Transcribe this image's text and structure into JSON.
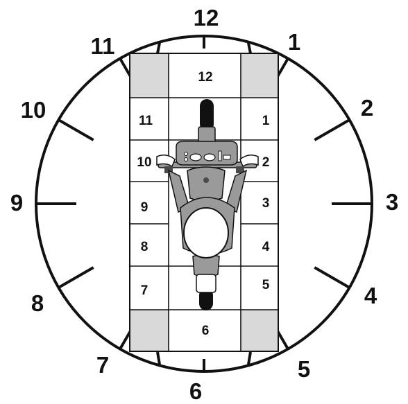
{
  "clock": {
    "labels": [
      {
        "hour": 12,
        "text": "12"
      },
      {
        "hour": 1,
        "text": "1"
      },
      {
        "hour": 2,
        "text": "2"
      },
      {
        "hour": 3,
        "text": "3"
      },
      {
        "hour": 4,
        "text": "4"
      },
      {
        "hour": 5,
        "text": "5"
      },
      {
        "hour": 6,
        "text": "6"
      },
      {
        "hour": 7,
        "text": "7"
      },
      {
        "hour": 8,
        "text": "8"
      },
      {
        "hour": 9,
        "text": "9"
      },
      {
        "hour": 10,
        "text": "10"
      },
      {
        "hour": 11,
        "text": "11"
      }
    ]
  },
  "grid": {
    "cells": {
      "c12": "12",
      "c11": "11",
      "c1": "1",
      "c10": "10",
      "c2": "2",
      "c9": "9",
      "c3": "3",
      "c8": "8",
      "c4": "4",
      "c7": "7",
      "c5": "5",
      "c6": "6"
    },
    "shaded_corners": [
      "top-left",
      "top-right",
      "bottom-left",
      "bottom-right"
    ]
  },
  "colors": {
    "line": "#111111",
    "corner_fill": "#d9d9d9",
    "rider_body": "#9a9a9a",
    "rider_dark": "#4a4a4a",
    "background": "#ffffff"
  },
  "icons": [
    "motorcycle-rider-icon"
  ]
}
